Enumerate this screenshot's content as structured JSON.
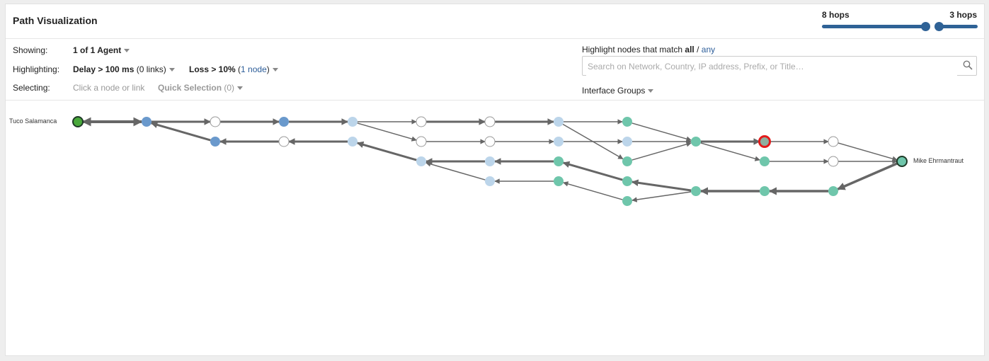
{
  "header": {
    "title": "Path Visualization",
    "hops_left": "8 hops",
    "hops_right": "3 hops"
  },
  "controls": {
    "showing_label": "Showing:",
    "showing_value": "1 of 1 Agent",
    "highlighting_label": "Highlighting:",
    "delay_value": "Delay > 100 ms",
    "delay_count": "(0 links)",
    "loss_value": "Loss > 10%",
    "loss_open": "(",
    "loss_link": "1 node",
    "loss_close": ")",
    "selecting_label": "Selecting:",
    "selecting_hint": "Click a node or link",
    "quick_selection_label": "Quick Selection",
    "quick_selection_count": "(0)"
  },
  "highlight": {
    "prefix": "Highlight nodes that match ",
    "all": "all",
    "sep": " / ",
    "any": "any",
    "search_placeholder": "Search on Network, Country, IP address, Prefix, or Title…",
    "interface_groups": "Interface Groups"
  },
  "endpoints": {
    "source": "Tuco Salamanca",
    "target": "Mike Ehrmantraut"
  },
  "colors": {
    "accent": "#2f6296",
    "edge": "#666666",
    "node_agent": "#49a93b",
    "node_blue": "#6a99cc",
    "node_lightblue": "#bcd5ea",
    "node_white": "#ffffff",
    "node_teal": "#6fc6ab",
    "node_loss_ring": "#e31b1b",
    "node_loss_fill": "#8eaf9f"
  },
  "icons": {
    "search": "magnifier-icon",
    "dropdown": "caret-down-icon"
  }
}
